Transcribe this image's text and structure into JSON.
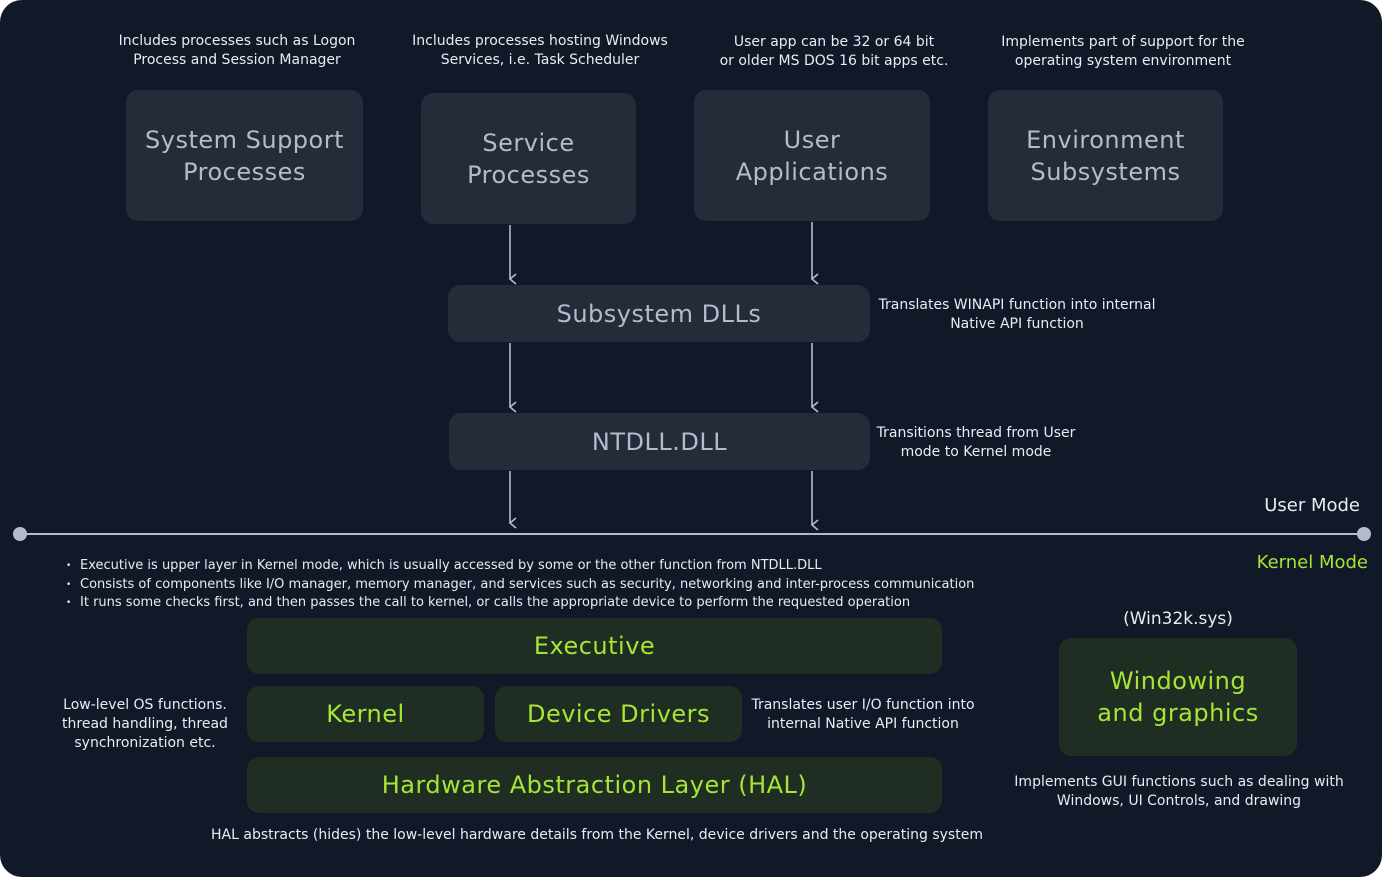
{
  "user_mode": {
    "label": "User Mode",
    "boxes": {
      "system_support": {
        "line1": "System Support",
        "line2": "Processes"
      },
      "service": {
        "line1": "Service",
        "line2": "Processes"
      },
      "user_apps": {
        "line1": "User",
        "line2": "Applications"
      },
      "environment": {
        "line1": "Environment",
        "line2": "Subsystems"
      },
      "subsystem_dlls": {
        "label": "Subsystem DLLs"
      },
      "ntdll": {
        "label": "NTDLL.DLL"
      }
    },
    "notes": {
      "system_support": {
        "line1": "Includes processes such as Logon",
        "line2": "Process and Session Manager"
      },
      "service": {
        "line1": "Includes processes hosting Windows",
        "line2": "Services, i.e. Task Scheduler"
      },
      "user_apps": {
        "line1": "User app can be 32 or 64 bit",
        "line2": "or older MS DOS 16 bit apps etc."
      },
      "environment": {
        "line1": "Implements part of support for the",
        "line2": "operating system environment"
      },
      "subsystem_dlls": {
        "line1": "Translates WINAPI function into internal",
        "line2": "Native API function"
      },
      "ntdll": {
        "line1": "Transitions thread from User",
        "line2": "mode to Kernel mode"
      }
    }
  },
  "kernel_mode": {
    "label": "Kernel Mode",
    "executive_bullets": [
      "Executive is upper layer in Kernel mode, which is usually accessed by some or the other function from NTDLL.DLL",
      "Consists of components like I/O manager, memory manager, and services such as security, networking and inter-process communication",
      "It runs some checks first, and then passes the call to kernel, or calls the appropriate device to perform the requested operation"
    ],
    "boxes": {
      "executive": {
        "label": "Executive"
      },
      "kernel": {
        "label": "Kernel"
      },
      "device_drivers": {
        "label": "Device Drivers"
      },
      "hal": {
        "label": "Hardware Abstraction Layer (HAL)"
      },
      "windowing": {
        "line1": "Windowing",
        "line2": "and graphics"
      }
    },
    "notes": {
      "kernel": {
        "line1": "Low-level OS functions.",
        "line2": "thread handling, thread",
        "line3": "synchronization etc."
      },
      "device_drivers": {
        "line1": "Translates user I/O function into",
        "line2": "internal Native API function"
      },
      "hal": {
        "line1": "HAL abstracts (hides) the low-level hardware details from the Kernel, device drivers and the operating system"
      },
      "win32k": {
        "line1": "(Win32k.sys)"
      },
      "windowing": {
        "line1": "Implements GUI functions such as dealing with",
        "line2": "Windows, UI Controls, and drawing"
      }
    }
  },
  "colors": {
    "background": "#111827",
    "user_box": "#242b39",
    "user_text": "#b3bccb",
    "kernel_box": "#1f2d23",
    "kernel_text": "#a5e635",
    "note_text": "#e9ecf1",
    "line": "#b3bccb"
  }
}
